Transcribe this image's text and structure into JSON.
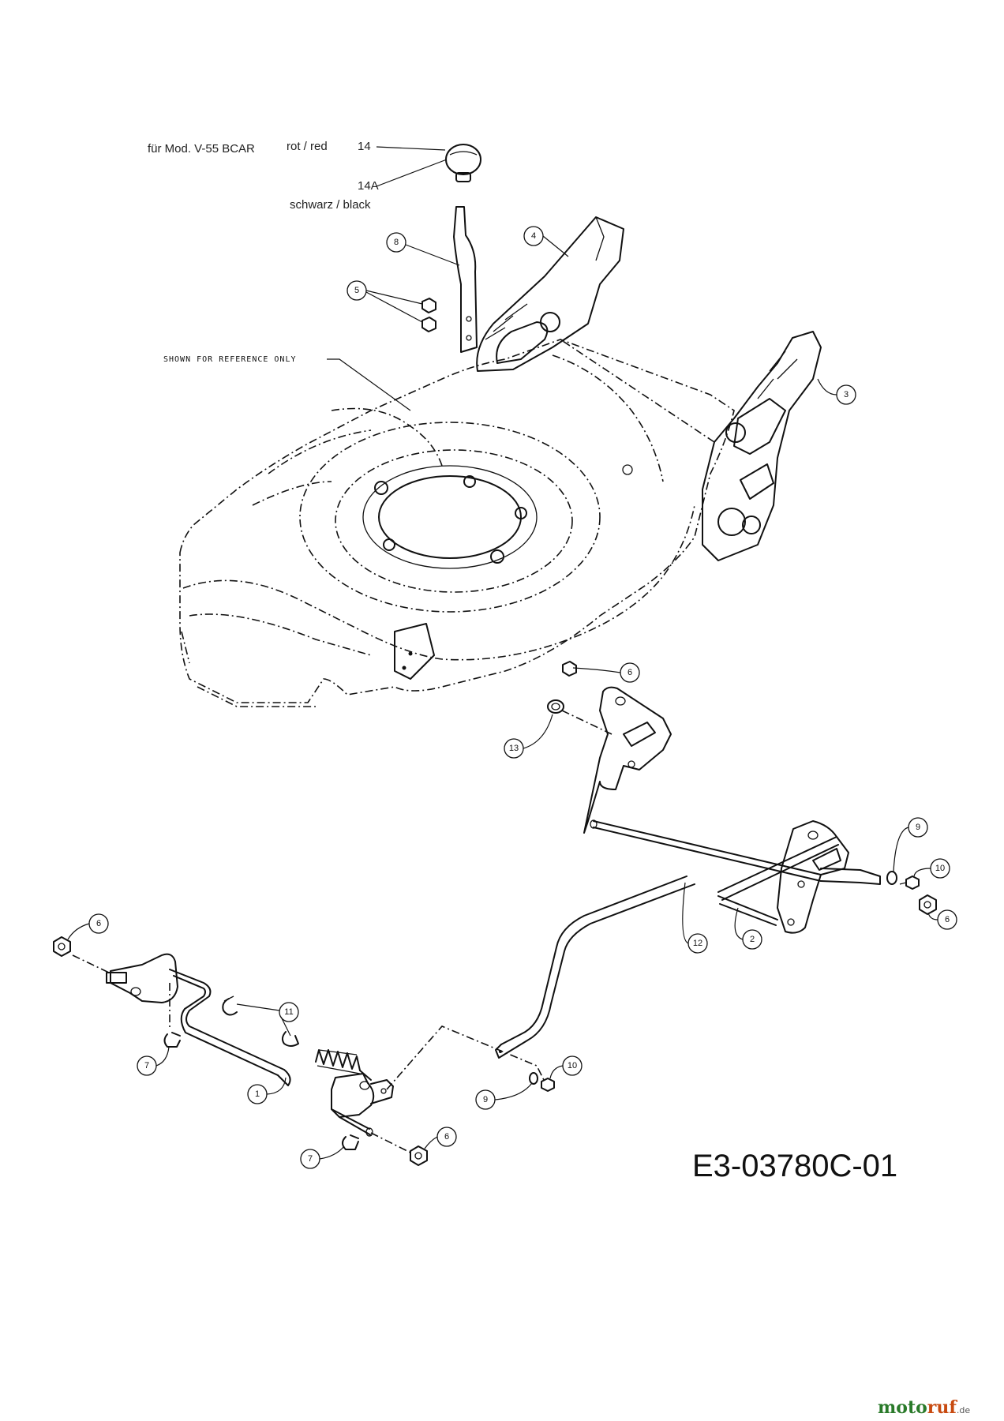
{
  "diagram": {
    "header_labels": {
      "model_note": "für Mod. V-55 BCAR",
      "color_red": "rot / red",
      "part_14": "14",
      "part_14a": "14A",
      "color_black": "schwarz / black",
      "reference_note": "SHOWN FOR REFERENCE ONLY"
    },
    "callouts": {
      "c8": "8",
      "c4": "4",
      "c5": "5",
      "c3": "3",
      "c6_deck": "6",
      "c13": "13",
      "c9_right": "9",
      "c10_right": "10",
      "c6_right": "6",
      "c12": "12",
      "c2": "2",
      "c6_left": "6",
      "c11": "11",
      "c7_upper": "7",
      "c1": "1",
      "c10_lower": "10",
      "c9_lower": "9",
      "c6_lower": "6",
      "c7_lower": "7"
    },
    "drawing_code": "E3-03780C-01",
    "watermark": {
      "part_a": "moto",
      "part_b": "ruf",
      "suffix": ".de"
    }
  }
}
